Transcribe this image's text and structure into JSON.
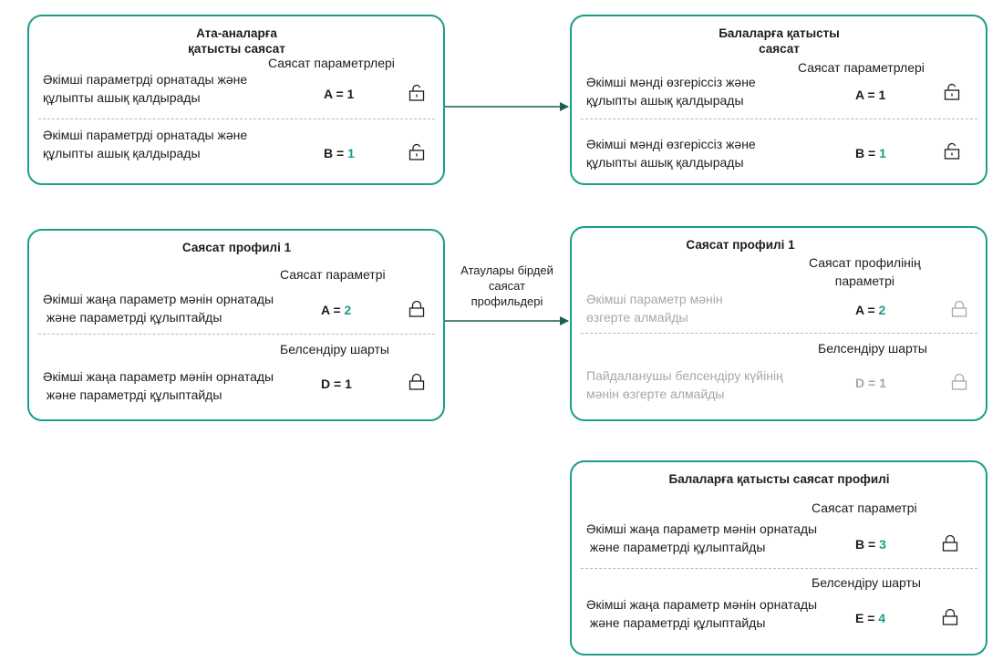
{
  "colors": {
    "accent": "#1a9e86",
    "border": "#1a9e86",
    "grey_text": "#a7a7a7"
  },
  "parent_policy": {
    "title": "Ата-аналарға\nқатысты саясат",
    "column_header": "Саясат параметрлері",
    "rows": [
      {
        "desc": "Әкімші параметрді орнатады және\nқұлыпты ашық қалдырады",
        "var": "A = ",
        "num": "1",
        "lock": "unlocked-lock-icon"
      },
      {
        "desc": "Әкімші параметрді орнатады және\nқұлыпты ашық қалдырады",
        "var": "B = ",
        "num": "1",
        "lock": "unlocked-lock-icon"
      }
    ]
  },
  "child_policy": {
    "title": "Балаларға қатысты\nсаясат",
    "column_header": "Саясат параметрлері",
    "rows": [
      {
        "desc": "Әкімші мәнді өзгеріссіз және\nқұлыпты ашық қалдырады",
        "var": "A = ",
        "num": "1",
        "lock": "unlocked-lock-icon"
      },
      {
        "desc": "Әкімші мәнді өзгеріссіз және\nқұлыпты ашық қалдырады",
        "var": "B = ",
        "num": "1",
        "lock": "unlocked-lock-icon"
      }
    ]
  },
  "parent_profile": {
    "title": "Саясат профилі 1",
    "header1": "Саясат параметрі",
    "header2": "Белсендіру шарты",
    "rows": [
      {
        "desc": "Әкімші жаңа параметр мәнін орнатады\n және параметрді құлыптайды",
        "var": "A = ",
        "num": "2",
        "lock": "locked-lock-icon"
      },
      {
        "desc": "Әкімші жаңа параметр мәнін орнатады\n және параметрді құлыптайды",
        "var": "D = ",
        "num": "1",
        "lock": "locked-lock-icon"
      }
    ]
  },
  "connector_label": "Атаулары бірдей\nсаясат\nпрофильдері",
  "child_profile": {
    "title": "Саясат профилі 1",
    "header1": "Саясат профилінің\nпараметрі",
    "header2": "Белсендіру шарты",
    "rows": [
      {
        "desc": "Әкімші параметр мәнін\nөзгерте алмайды",
        "var": "A = ",
        "num": "2",
        "lock": "locked-lock-icon"
      },
      {
        "desc": "Пайдаланушы белсендіру күйінің\nмәнін өзгерте алмайды",
        "var": "D = ",
        "num": "1",
        "lock": "locked-lock-icon"
      }
    ]
  },
  "child_only_profile": {
    "title": "Балаларға қатысты саясат профилі",
    "header1": "Саясат параметрі",
    "header2": "Белсендіру шарты",
    "rows": [
      {
        "desc": "Әкімші жаңа параметр мәнін орнатады\n және параметрді құлыптайды",
        "var": "B = ",
        "num": "3",
        "lock": "locked-lock-icon"
      },
      {
        "desc": "Әкімші жаңа параметр мәнін орнатады\n және параметрді құлыптайды",
        "var": "E = ",
        "num": "4",
        "lock": "locked-lock-icon"
      }
    ]
  }
}
